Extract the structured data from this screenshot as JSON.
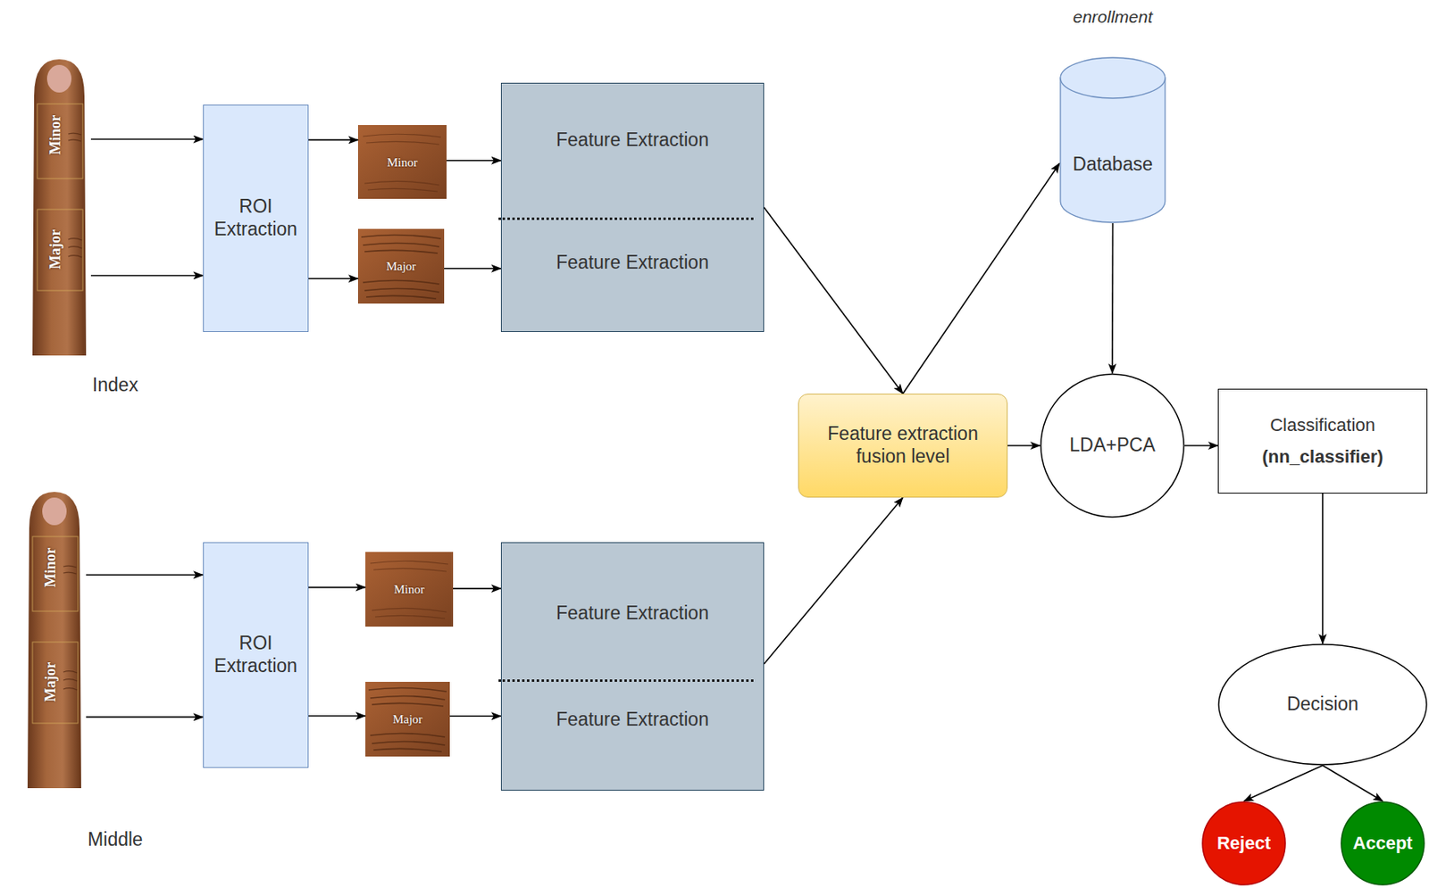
{
  "diagram": {
    "nodes": [
      {
        "text": [
          "Minor",
          "Major",
          "Index"
        ]
      },
      {
        "text": [
          "ROI Extraction"
        ]
      },
      {
        "text": [
          "Minor"
        ]
      },
      {
        "text": [
          "Major"
        ]
      },
      {
        "text": [
          "Feature Extraction",
          "Feature Extraction"
        ]
      },
      {
        "text": [
          "Minor",
          "Major",
          "Middle"
        ]
      },
      {
        "text": [
          "ROI Extraction"
        ]
      },
      {
        "text": [
          "Minor"
        ]
      },
      {
        "text": [
          "Major"
        ]
      },
      {
        "text": [
          "Feature Extraction",
          "Feature Extraction"
        ]
      },
      {
        "text": [
          "Feature extraction fusion level"
        ]
      },
      {
        "text": [
          "enrollment",
          "Database"
        ]
      },
      {
        "text": [
          "LDA+PCA"
        ]
      },
      {
        "text": [
          "Classification",
          "(nn_classifier)"
        ]
      },
      {
        "text": [
          "Decision"
        ]
      },
      {
        "text": [
          "Reject"
        ]
      },
      {
        "text": [
          "Accept"
        ]
      }
    ],
    "edges": [
      {
        "from": 0,
        "to": 1,
        "arrow": "to"
      },
      {
        "from": 0,
        "to": 1,
        "arrow": "to"
      },
      {
        "from": 1,
        "to": 2,
        "arrow": "to"
      },
      {
        "from": 1,
        "to": 3,
        "arrow": "to"
      },
      {
        "from": 2,
        "to": 4,
        "arrow": "to"
      },
      {
        "from": 3,
        "to": 4,
        "arrow": "to"
      },
      {
        "from": 4,
        "to": 10,
        "arrow": "to"
      },
      {
        "from": 5,
        "to": 6,
        "arrow": "to"
      },
      {
        "from": 5,
        "to": 6,
        "arrow": "to"
      },
      {
        "from": 6,
        "to": 7,
        "arrow": "to"
      },
      {
        "from": 6,
        "to": 8,
        "arrow": "to"
      },
      {
        "from": 7,
        "to": 9,
        "arrow": "to"
      },
      {
        "from": 8,
        "to": 9,
        "arrow": "to"
      },
      {
        "from": 9,
        "to": 10,
        "arrow": "to"
      },
      {
        "from": 10,
        "to": 11,
        "arrow": "to"
      },
      {
        "from": 11,
        "to": 12,
        "arrow": "to"
      },
      {
        "from": 10,
        "to": 12,
        "arrow": "to"
      },
      {
        "from": 12,
        "to": 13,
        "arrow": "to"
      },
      {
        "from": 13,
        "to": 14,
        "arrow": "to"
      },
      {
        "from": 14,
        "to": 15,
        "arrow": "to"
      },
      {
        "from": 14,
        "to": 16,
        "arrow": "to"
      }
    ]
  }
}
